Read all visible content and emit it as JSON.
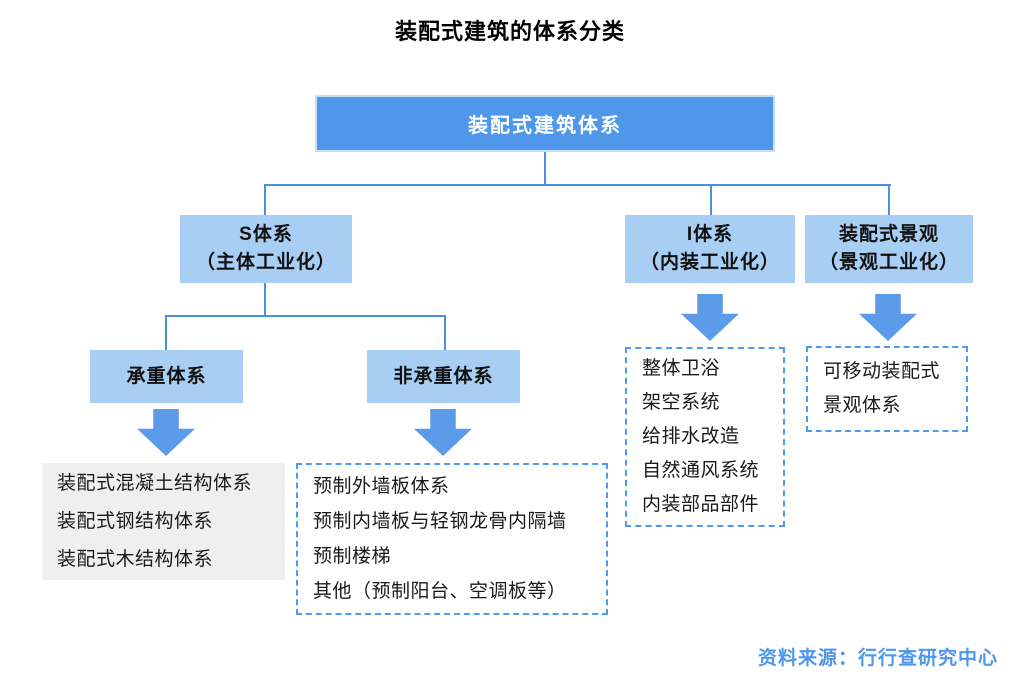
{
  "title": "装配式建筑的体系分类",
  "colors": {
    "primary_blue": "#4e97ea",
    "light_blue_node": "#a9cef3",
    "connector_blue": "#4a90e2",
    "arrow_blue": "#5b9bea",
    "dashed_border_blue": "#4d9bf0",
    "leaf_gray": "#efefef",
    "text_black": "#111111",
    "text_white": "#ffffff"
  },
  "root": {
    "label": "装配式建筑体系"
  },
  "level2": [
    {
      "line1": "S体系",
      "line2": "（主体工业化）"
    },
    {
      "line1": "I体系",
      "line2": "（内装工业化）"
    },
    {
      "line1": "装配式景观",
      "line2": "（景观工业化）"
    }
  ],
  "level3": [
    {
      "label": "承重体系"
    },
    {
      "label": "非承重体系"
    }
  ],
  "leaf_boxes": [
    {
      "style": "gray",
      "lines": [
        "装配式混凝土结构体系",
        "装配式钢结构体系",
        "装配式木结构体系"
      ]
    },
    {
      "style": "dashed",
      "lines": [
        "预制外墙板体系",
        "预制内墙板与轻钢龙骨内隔墙",
        "预制楼梯",
        "其他（预制阳台、空调板等）"
      ]
    },
    {
      "style": "dashed",
      "lines": [
        "整体卫浴",
        "架空系统",
        "给排水改造",
        "自然通风系统",
        "内装部品部件"
      ]
    },
    {
      "style": "dashed",
      "lines": [
        "可移动装配式",
        "景观体系"
      ]
    }
  ],
  "source": "资料来源：行行查研究中心"
}
